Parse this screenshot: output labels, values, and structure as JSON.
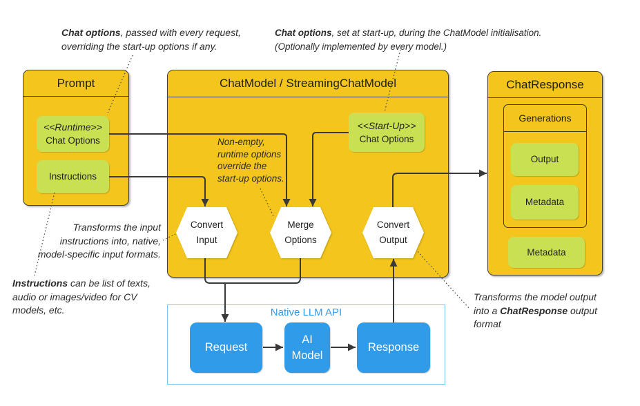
{
  "palette": {
    "yellow": "#F3C51D",
    "green": "#C9E052",
    "blue": "#2F9BE9",
    "native_border_blue": "#7CC4EE",
    "line_dark": "#3a3937",
    "text": "#2d2d2d"
  },
  "annotations": {
    "runtime_note": {
      "lead": "Chat options",
      "rest": ", passed with every  request,",
      "line2": "overriding the start-up options if any."
    },
    "startup_note": {
      "lead": "Chat options",
      "rest": ", set at start-up, during  the ChatModel initialisation.",
      "line2": "(Optionally implemented by every model.)"
    },
    "merge_note": {
      "lines": [
        "Non-empty,",
        "runtime options",
        "override the",
        "start-up options."
      ]
    },
    "convert_input_note": {
      "lines": [
        "Transforms the input",
        "instructions into, native,",
        "model-specific input formats."
      ]
    },
    "instructions_note": {
      "lead": "Instructions",
      "rest": " can be list of texts,",
      "line2": "audio or images/video for CV",
      "line3": "models, etc."
    },
    "convert_output_note": {
      "line1": "Transforms the model output",
      "line2_pre": "into  a ",
      "line2_bold": "ChatResponse",
      "line2_post": " output",
      "line3": "format"
    }
  },
  "prompt": {
    "title": "Prompt",
    "runtime": {
      "stereotype": "<<Runtime>>",
      "label": "Chat Options"
    },
    "instructions": {
      "label": "Instructions"
    }
  },
  "chat_model": {
    "title": "ChatModel / StreamingChatModel",
    "startup": {
      "stereotype": "<<Start-Up>>",
      "label": "Chat Options"
    },
    "hexagons": {
      "convert_input": "Convert\nInput",
      "merge_options": "Merge\nOptions",
      "convert_output": "Convert\nOutput"
    }
  },
  "chat_response": {
    "title": "ChatResponse",
    "generations": {
      "label": "Generations",
      "output": "Output",
      "metadata": "Metadata"
    },
    "metadata": "Metadata"
  },
  "native_api": {
    "title": "Native LLM API",
    "request": "Request",
    "ai_model": "AI\nModel",
    "response": "Response"
  }
}
